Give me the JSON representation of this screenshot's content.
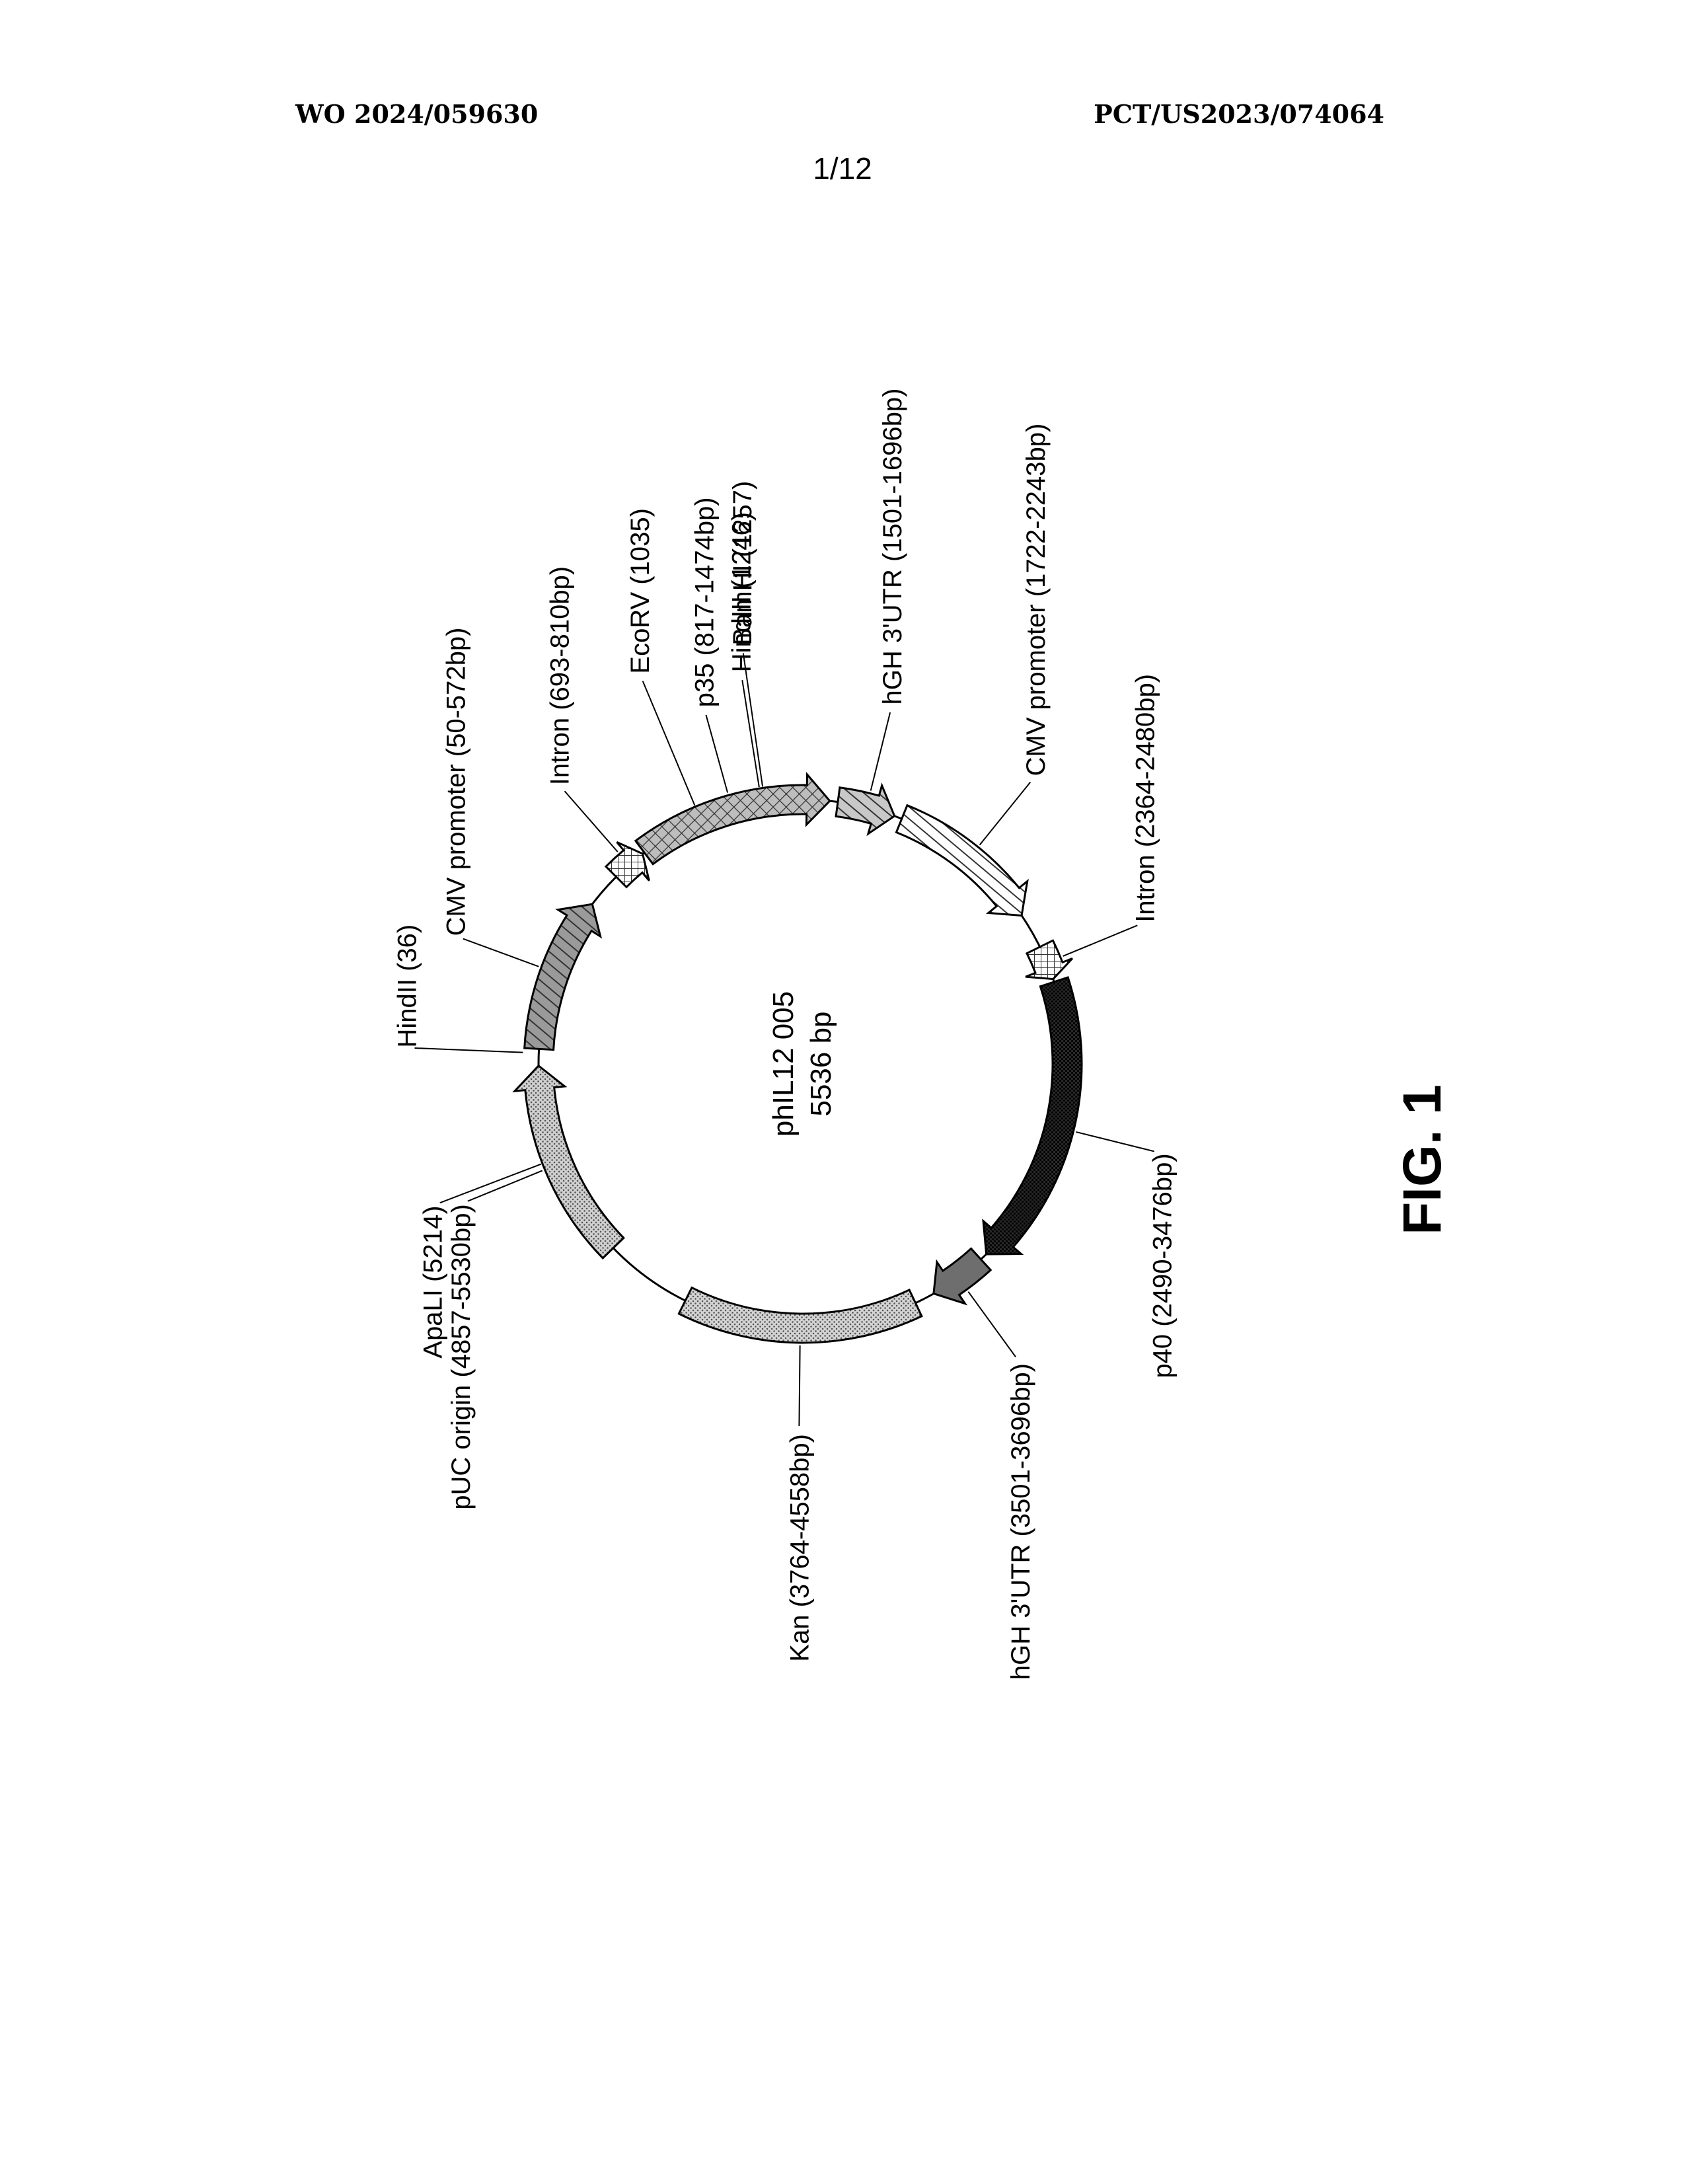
{
  "header": {
    "publication_number": "WO 2024/059630",
    "application_number": "PCT/US2023/074064",
    "page": "1/12"
  },
  "figure": {
    "label": "FIG. 1",
    "plasmid": {
      "name": "phIL12 005",
      "size": "5536 bp",
      "total_bp": 5536,
      "features": [
        {
          "id": "cmv1",
          "label": "CMV promoter (50-572bp)",
          "start": 50,
          "end": 572,
          "direction": "forward",
          "pattern": "diagonal-hatch",
          "color": "#9a9a9a"
        },
        {
          "id": "intron1",
          "label": "Intron (693-810bp)",
          "start": 693,
          "end": 810,
          "direction": "forward",
          "pattern": "grid",
          "color": "#ffffff"
        },
        {
          "id": "p35",
          "label": "p35 (817-1474bp)",
          "start": 817,
          "end": 1474,
          "direction": "forward",
          "pattern": "crosshatch",
          "color": "#bdbdbd"
        },
        {
          "id": "hgh1",
          "label": "hGH 3'UTR (1501-1696bp)",
          "start": 1501,
          "end": 1696,
          "direction": "forward",
          "pattern": "diagonal-hatch",
          "color": "#c8c8c8"
        },
        {
          "id": "cmv2",
          "label": "CMV promoter (1722-2243bp)",
          "start": 1722,
          "end": 2243,
          "direction": "forward",
          "pattern": "diagonal-hatch",
          "color": "#ffffff"
        },
        {
          "id": "intron2",
          "label": "Intron (2364-2480bp)",
          "start": 2364,
          "end": 2480,
          "direction": "forward",
          "pattern": "grid",
          "color": "#ffffff"
        },
        {
          "id": "p40",
          "label": "p40 (2490-3476bp)",
          "start": 2490,
          "end": 3476,
          "direction": "forward",
          "pattern": "dense-dots",
          "color": "#2a2a2a"
        },
        {
          "id": "hgh2",
          "label": "hGH 3'UTR (3501-3696bp)",
          "start": 3501,
          "end": 3696,
          "direction": "forward",
          "pattern": "solid",
          "color": "#6e6e6e"
        },
        {
          "id": "kan",
          "label": "Kan (3764-4558bp)",
          "start": 3764,
          "end": 4558,
          "direction": "none",
          "pattern": "fine-dots",
          "color": "#d4d4d4"
        },
        {
          "id": "puc",
          "label": "pUC origin (4857-5530bp)",
          "start": 4857,
          "end": 5530,
          "direction": "forward",
          "pattern": "fine-dots",
          "color": "#d0d0d0"
        }
      ],
      "sites": [
        {
          "label": "HindII (36)",
          "position": 36
        },
        {
          "label": "EcoRV (1035)",
          "position": 1035
        },
        {
          "label": "HindIII (1246)",
          "position": 1246
        },
        {
          "label": "BamHI (1257)",
          "position": 1257
        },
        {
          "label": "ApaLI (5214)",
          "position": 5214
        }
      ]
    }
  }
}
